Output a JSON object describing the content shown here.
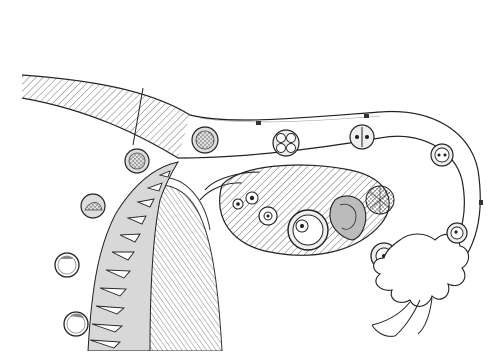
{
  "figure": {
    "background": "#ffffff",
    "ink": "#1a1a1a",
    "shade": "#8a8a8a",
    "light_shade": "#c8c8c8",
    "parts": [
      "uterine-wall",
      "endometrium-glands",
      "fallopian-tube",
      "ovary",
      "fimbriae",
      "mature-follicle",
      "corpus-luteum",
      "ovulated-oocyte",
      "zygote",
      "two-cell-stage",
      "four-cell-stage",
      "morula",
      "blastocyst-stages"
    ],
    "labels": []
  }
}
